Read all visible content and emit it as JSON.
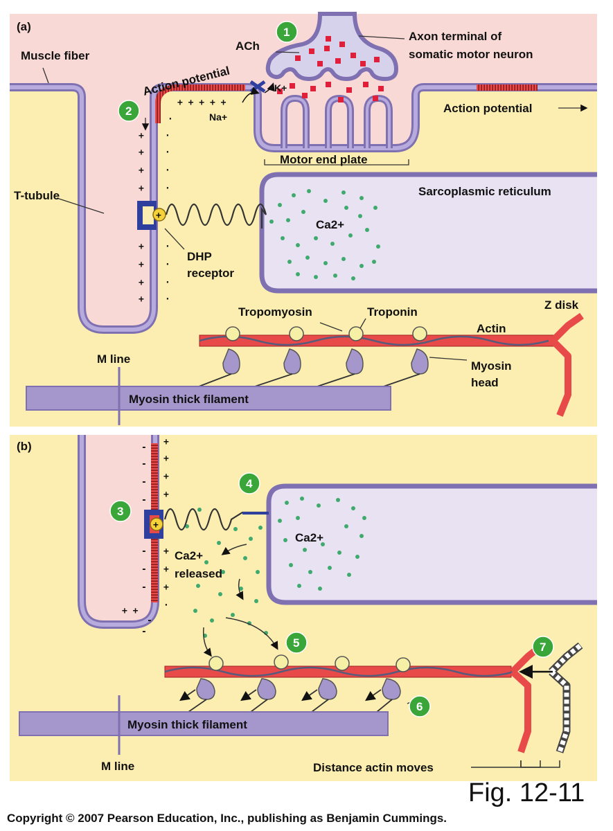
{
  "panel_a": {
    "label": "(a)",
    "muscle_fiber": "Muscle fiber",
    "ach": "ACh",
    "axon_line1": "Axon terminal of",
    "axon_line2": "somatic motor neuron",
    "action_potential_curved": "Action potential",
    "action_potential_right": "Action potential",
    "k_ion": "K+",
    "na_ion": "Na+",
    "motor_end_plate": "Motor end plate",
    "t_tubule": "T-tubule",
    "sarcoplasmic_reticulum": "Sarcoplasmic reticulum",
    "calcium": "Ca2+",
    "dhp_line1": "DHP",
    "dhp_line2": "receptor",
    "tropomyosin": "Tropomyosin",
    "troponin": "Troponin",
    "z_disk": "Z disk",
    "actin": "Actin",
    "m_line": "M line",
    "myosin_head_line1": "Myosin",
    "myosin_head_line2": "head",
    "thick_filament": "Myosin thick filament",
    "step1": "1",
    "step2": "2"
  },
  "panel_b": {
    "label": "(b)",
    "calcium": "Ca2+",
    "released_line1": "Ca2+",
    "released_line2": "released",
    "thick_filament": "Myosin thick filament",
    "m_line": "M line",
    "distance": "Distance actin moves",
    "step3": "3",
    "step4": "4",
    "step5": "5",
    "step6": "6",
    "step7": "7"
  },
  "figure_label": "Fig. 12-11",
  "copyright": "Copyright © 2007 Pearson Education, Inc., publishing as Benjamin Cummings.",
  "colors": {
    "cytoplasm": "#fbeeb0",
    "extracellular": "#f9d9d5",
    "membrane": "#a596cc",
    "sarcoplasmic_reticulum": "#e9e2f2",
    "actin": "#e84a4a",
    "myosin": "#a596cc",
    "calcium": "#3faa6e",
    "ach": "#e0203a",
    "step_badge": "#3aa63a",
    "dhp_receptor": "#2f3f9e"
  }
}
